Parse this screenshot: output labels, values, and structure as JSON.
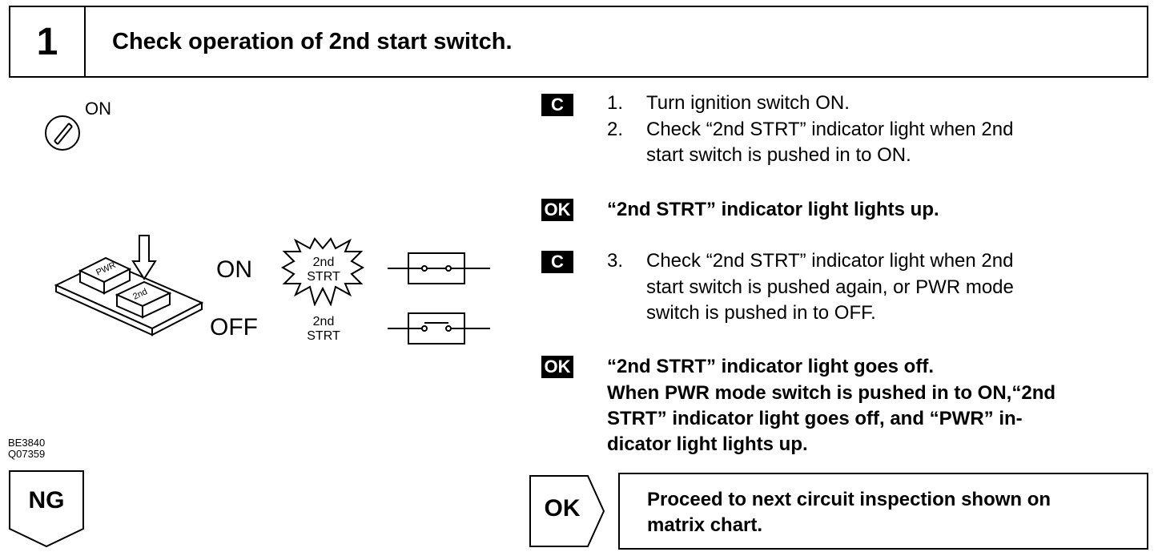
{
  "header": {
    "step_number": "1",
    "title": "Check operation of 2nd start switch."
  },
  "illustration": {
    "ignition_label": "ON",
    "switch_text_pwr": "PWR",
    "switch_text_2nd": "2nd",
    "on_label": "ON",
    "off_label": "OFF",
    "indicator_on": [
      "2nd",
      "STRT"
    ],
    "indicator_off": [
      "2nd",
      "STRT"
    ],
    "codes": [
      "BE3840",
      "Q07359"
    ]
  },
  "instructions": {
    "badge_check": "C",
    "badge_ok": "OK",
    "step1_num": "1.",
    "step1": "Turn ignition switch ON.",
    "step2_num": "2.",
    "step2_line1": "Check “2nd STRT” indicator light when 2nd",
    "step2_line2": "start switch is pushed in to ON.",
    "ok1": "“2nd STRT” indicator light lights up.",
    "step3_num": "3.",
    "step3_line1": "Check “2nd STRT” indicator light when 2nd",
    "step3_line2": "start switch is pushed again, or PWR mode",
    "step3_line3": "switch is pushed in to OFF.",
    "ok2_line1": "“2nd STRT” indicator light goes off.",
    "ok2_line2": "When PWR mode switch is pushed in to ON,“2nd",
    "ok2_line3": "STRT” indicator light goes off, and “PWR” in-",
    "ok2_line4": "dicator light lights up."
  },
  "results": {
    "ng_label": "NG",
    "ok_label": "OK",
    "proceed_line1": "Proceed to next circuit inspection shown on",
    "proceed_line2": "matrix chart."
  }
}
